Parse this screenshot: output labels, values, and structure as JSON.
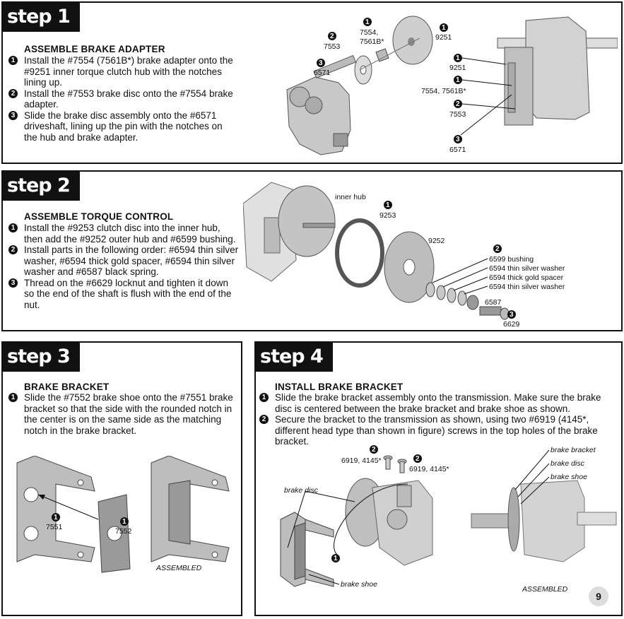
{
  "step1": {
    "tag": "step 1",
    "title": "ASSEMBLE BRAKE ADAPTER",
    "items": [
      {
        "num": "1",
        "text": "Install the #7554 (7561B*) brake adapter onto the #9251 inner torque clutch hub with the notches lining up."
      },
      {
        "num": "2",
        "text": "Install the #7553 brake disc onto the #7554 brake adapter."
      },
      {
        "num": "3",
        "text": "Slide the brake disc assembly onto the #6571 driveshaft, lining up the pin with the notches on the hub and brake adapter."
      }
    ],
    "callouts": {
      "c1a_num": "1",
      "c1a_label": "7554,",
      "c1a_label2": "7561B*",
      "c1b_num": "1",
      "c1b_label": "9251",
      "c2_num": "2",
      "c2_label": "7553",
      "c3_num": "3",
      "c3_label": "6571",
      "r1_num": "1",
      "r1_label": "9251",
      "r2_num": "1",
      "r2_label": "7554, 7561B*",
      "r3_num": "2",
      "r3_label": "7553",
      "r4_num": "3",
      "r4_label": "6571"
    }
  },
  "step2": {
    "tag": "step 2",
    "title": "ASSEMBLE TORQUE CONTROL",
    "items": [
      {
        "num": "1",
        "text": "Install the #9253 clutch disc into the inner hub, then add the #9252 outer hub and #6599 bushing."
      },
      {
        "num": "2",
        "text": "Install parts in the following order: #6594 thin silver washer, #6594 thick gold spacer, #6594 thin silver washer and #6587 black spring."
      },
      {
        "num": "3",
        "text": "Thread on the #6629 locknut and tighten it down so the end of the shaft is flush with the end of the nut."
      }
    ],
    "callouts": {
      "inner_hub": "inner hub",
      "c1_num": "1",
      "c1_label": "9253",
      "outer": "9252",
      "c2_num": "2",
      "bushing": "6599 bushing",
      "w1": "6594 thin silver washer",
      "spacer": "6594 thick gold spacer",
      "w2": "6594 thin silver washer",
      "spring": "6587",
      "c3_num": "3",
      "c3_label": "6629"
    }
  },
  "step3": {
    "tag": "step 3",
    "title": "BRAKE BRACKET",
    "items": [
      {
        "num": "1",
        "text": "Slide the #7552 brake shoe onto the #7551 brake bracket so that the side with the rounded notch in the center is on the same side as the matching notch in the brake bracket."
      }
    ],
    "callouts": {
      "c1a_num": "1",
      "c1a_label": "7551",
      "c1b_num": "1",
      "c1b_label": "7552",
      "assembled": "ASSEMBLED"
    }
  },
  "step4": {
    "tag": "step 4",
    "title": "INSTALL BRAKE BRACKET",
    "items": [
      {
        "num": "1",
        "text": "Slide the brake bracket assembly onto the transmission. Make sure the brake disc is centered between the brake bracket and brake shoe as shown."
      },
      {
        "num": "2",
        "text": "Secure the bracket to the transmission as shown, using two #6919 (4145*, different head type than shown in figure) screws in the top holes of the brake bracket."
      }
    ],
    "callouts": {
      "s1_num": "2",
      "s1_label": "6919, 4145*",
      "s2_num": "2",
      "s2_label": "6919, 4145*",
      "brake_disc": "brake disc",
      "brake_shoe": "brake shoe",
      "c1_num": "1",
      "r_bracket": "brake bracket",
      "r_disc": "brake disc",
      "r_shoe": "brake shoe",
      "assembled": "ASSEMBLED"
    }
  },
  "page_number": "9"
}
